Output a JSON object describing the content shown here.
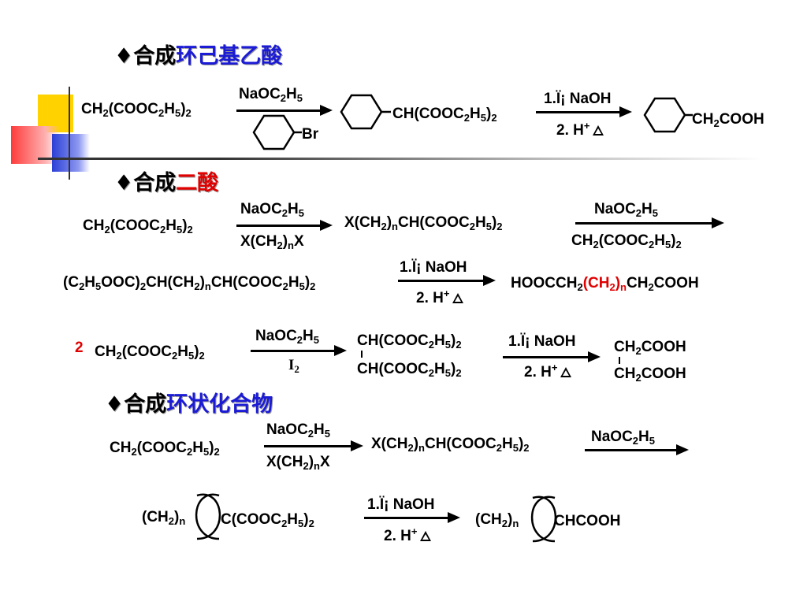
{
  "section1": {
    "bullet": "♦",
    "prefix": "合成",
    "target": "环己基乙酸",
    "reactant": "CH2(COOC2H5)2",
    "reagent_top": "NaOC2H5",
    "reagent_bottom_label": "Br",
    "intermediate": "CH(COOC2H5)2",
    "step1": "1.Ï¡ NaOH",
    "step2": "2. H+",
    "product": "CH2COOH"
  },
  "section2": {
    "bullet": "♦",
    "prefix": "合成",
    "target": "二酸",
    "line1": {
      "reactant": "CH2(COOC2H5)2",
      "reagent_top": "NaOC2H5",
      "reagent_bottom": "X(CH2)nX",
      "intermediate": "X(CH2)nCH(COOC2H5)2",
      "reagent2_top": "NaOC2H5",
      "reagent2_bottom": "CH2(COOC2H5)2"
    },
    "line2": {
      "reactant": "(C2H5OOC)2CH(CH2)nCH(COOC2H5)2",
      "step1": "1.Ï¡ NaOH",
      "step2": "2. H+",
      "product": "HOOCCH2(CH2)nCH2COOH"
    },
    "line3": {
      "coefficient": "2",
      "reactant": "CH2(COOC2H5)2",
      "reagent_top": "NaOC2H5",
      "reagent_bottom": "I2",
      "intermediate_top": "CH(COOC2H5)2",
      "intermediate_bottom": "CH(COOC2H5)2",
      "step1": "1.Ï¡ NaOH",
      "step2": "2. H+",
      "product_top": "CH2COOH",
      "product_bottom": "CH2COOH"
    }
  },
  "section3": {
    "bullet": "♦",
    "prefix": "合成",
    "target": "环状化合物",
    "line1": {
      "reactant": "CH2(COOC2H5)2",
      "reagent_top": "NaOC2H5",
      "reagent_bottom": "X(CH2)nX",
      "intermediate": "X(CH2)nCH(COOC2H5)2",
      "reagent2_top": "NaOC2H5"
    },
    "line2": {
      "ring_left": "(CH2)n",
      "ring_right": "C(COOC2H5)2",
      "step1": "1.Ï¡ NaOH",
      "step2": "2. H+",
      "product_ring_left": "(CH2)n",
      "product_ring_right": "CHCOOH"
    }
  },
  "colors": {
    "heading_blue": "#1b1bd6",
    "heading_red": "#e00000",
    "deco_yellow": "#ffd200",
    "deco_blue": "#2b3fd6",
    "deco_red": "#ff3b3b"
  }
}
